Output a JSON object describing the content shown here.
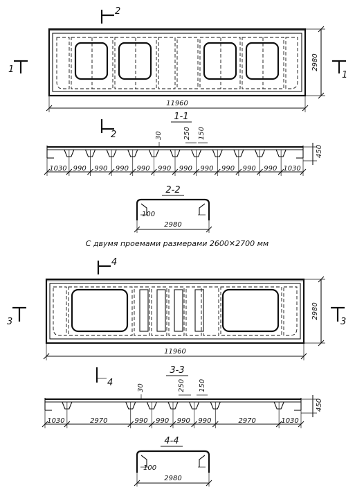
{
  "top_panel": {
    "overall_length": "11960",
    "height": "2980",
    "cut_marks": {
      "vertical_section": "2",
      "horizontal_left": "1",
      "horizontal_right": "1"
    },
    "section_1_1": {
      "title": "1-1",
      "top_dims": [
        "30",
        "250",
        "150"
      ],
      "right_dim": "450",
      "spacings": [
        "1030",
        "990",
        "990",
        "990",
        "990",
        "990",
        "990",
        "990",
        "990",
        "990",
        "990",
        "1030"
      ]
    },
    "section_2_2": {
      "title": "2-2",
      "inner_dim": "100",
      "width": "2980"
    }
  },
  "caption": "С двумя проемами размерами 2600✕2700 мм",
  "bottom_panel": {
    "overall_length": "11960",
    "height": "2980",
    "cut_marks": {
      "vertical_section": "4",
      "horizontal_left": "3",
      "horizontal_right": "3",
      "lower_mark": "4"
    },
    "section_3_3": {
      "title": "3-3",
      "top_dims": [
        "30",
        "250",
        "150"
      ],
      "right_dim": "450",
      "spacings": [
        "1030",
        "2970",
        "990",
        "990",
        "990",
        "990",
        "2970",
        "1030"
      ]
    },
    "section_4_4": {
      "title": "4-4",
      "inner_dim": "100",
      "width": "2980"
    }
  }
}
